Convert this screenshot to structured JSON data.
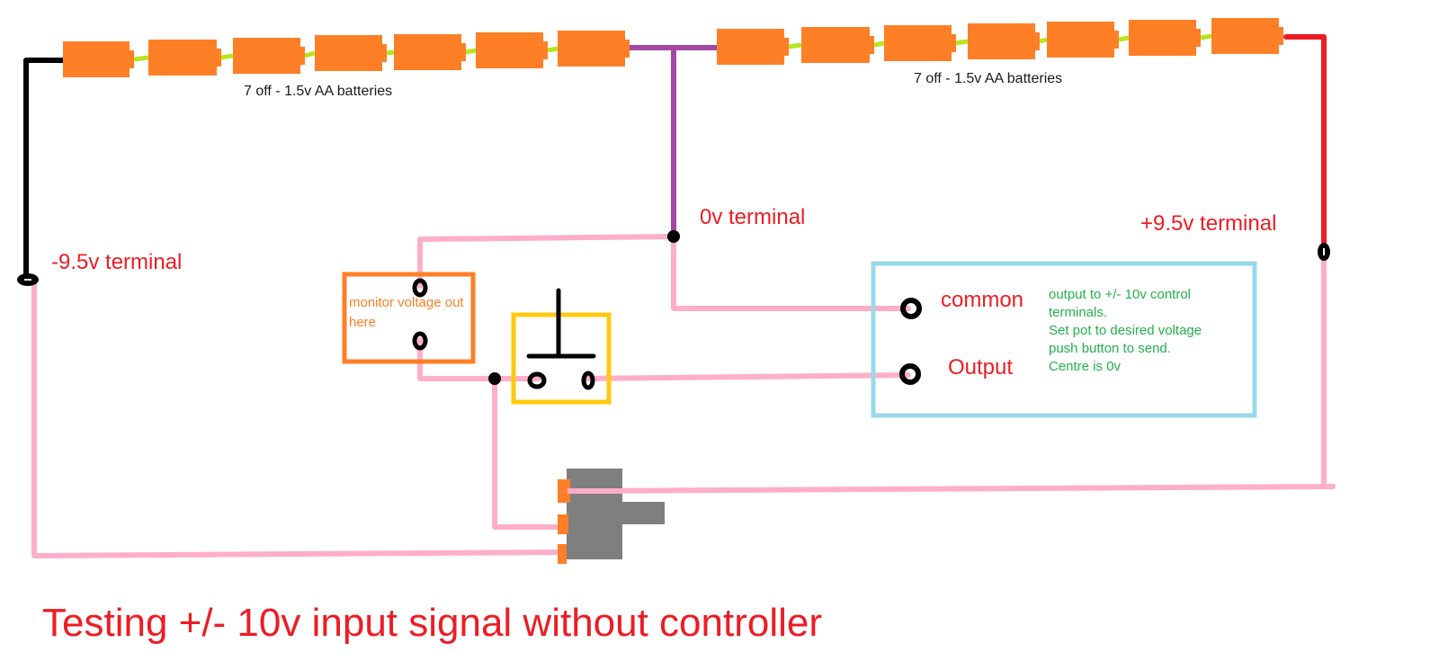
{
  "diagram": {
    "title": "Testing +/- 10v input signal without controller",
    "colors": {
      "battery": "#ff7f27",
      "battery_link": "#b5e61d",
      "negative_wire": "#000000",
      "zero_wire": "#a349a4",
      "positive_wire": "#ed1c24",
      "signal_wire": "#ffaec9",
      "monitor_box": "#ff7f27",
      "button_box": "#ffc90e",
      "output_box": "#99d9ea",
      "pot_body": "#7f7f7f",
      "label_red": "#ed1c24",
      "label_green": "#22b14c"
    },
    "battery_banks": [
      {
        "id": "bank-left",
        "label": "7 off - 1.5v AA batteries",
        "count": 7,
        "cell_voltage": "1.5v",
        "cell_type": "AA"
      },
      {
        "id": "bank-right",
        "label": "7 off - 1.5v AA batteries",
        "count": 7,
        "cell_voltage": "1.5v",
        "cell_type": "AA"
      }
    ],
    "terminals": {
      "negative": "-9.5v terminal",
      "zero": "0v terminal",
      "positive": "+9.5v terminal"
    },
    "monitor": {
      "label": "monitor voltage out here"
    },
    "push_button": {
      "label": "push button"
    },
    "potentiometer": {
      "label": "pot"
    },
    "output_block": {
      "common_label": "common",
      "output_label": "Output",
      "note": "output to +/- 10v control\nterminals.\nSet pot to desired voltage\npush button to send.\nCentre is 0v"
    }
  }
}
